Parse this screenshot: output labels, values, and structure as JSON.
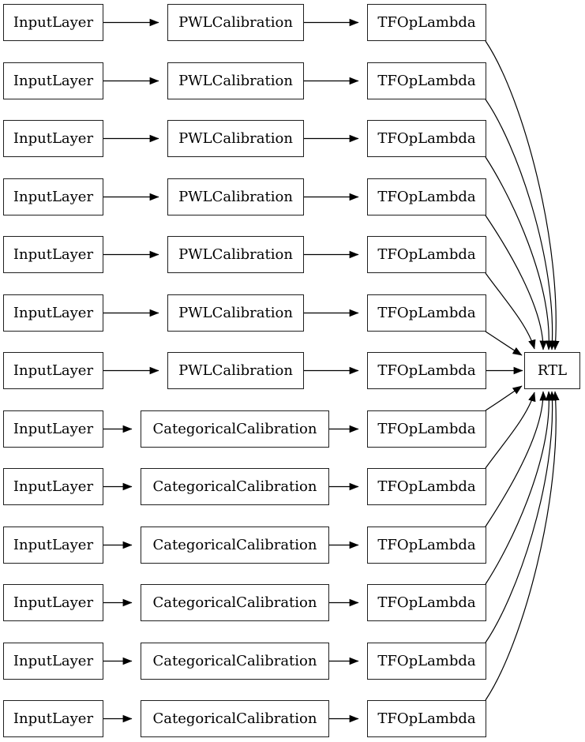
{
  "diagram": {
    "rows": [
      {
        "input": "InputLayer",
        "calibration": "PWLCalibration",
        "op": "TFOpLambda"
      },
      {
        "input": "InputLayer",
        "calibration": "PWLCalibration",
        "op": "TFOpLambda"
      },
      {
        "input": "InputLayer",
        "calibration": "PWLCalibration",
        "op": "TFOpLambda"
      },
      {
        "input": "InputLayer",
        "calibration": "PWLCalibration",
        "op": "TFOpLambda"
      },
      {
        "input": "InputLayer",
        "calibration": "PWLCalibration",
        "op": "TFOpLambda"
      },
      {
        "input": "InputLayer",
        "calibration": "PWLCalibration",
        "op": "TFOpLambda"
      },
      {
        "input": "InputLayer",
        "calibration": "PWLCalibration",
        "op": "TFOpLambda"
      },
      {
        "input": "InputLayer",
        "calibration": "CategoricalCalibration",
        "op": "TFOpLambda"
      },
      {
        "input": "InputLayer",
        "calibration": "CategoricalCalibration",
        "op": "TFOpLambda"
      },
      {
        "input": "InputLayer",
        "calibration": "CategoricalCalibration",
        "op": "TFOpLambda"
      },
      {
        "input": "InputLayer",
        "calibration": "CategoricalCalibration",
        "op": "TFOpLambda"
      },
      {
        "input": "InputLayer",
        "calibration": "CategoricalCalibration",
        "op": "TFOpLambda"
      },
      {
        "input": "InputLayer",
        "calibration": "CategoricalCalibration",
        "op": "TFOpLambda"
      }
    ],
    "output_node": "RTL"
  },
  "colors": {
    "background": "#ffffff",
    "node-fill": "#ffffff",
    "node-border": "#1f1f1f",
    "edge": "#000000",
    "text": "#000000"
  }
}
